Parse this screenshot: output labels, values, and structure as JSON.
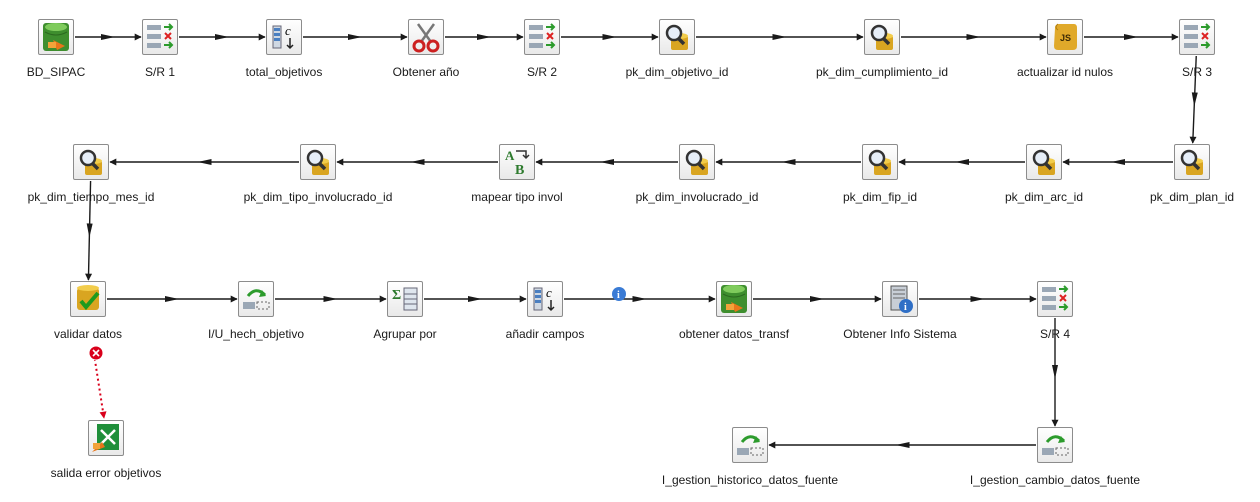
{
  "steps": {
    "bd_sipac": {
      "label": "BD_SIPAC",
      "icon": "table-input-icon"
    },
    "sr1": {
      "label": "S/R 1",
      "icon": "select-values-icon"
    },
    "total_objetivos": {
      "label": "total_objetivos",
      "icon": "calculator-icon"
    },
    "obtener_anio": {
      "label": "Obtener año",
      "icon": "scissors-icon"
    },
    "sr2": {
      "label": "S/R 2",
      "icon": "select-values-icon"
    },
    "pk_dim_objetivo_id": {
      "label": "pk_dim_objetivo_id",
      "icon": "database-lookup-icon"
    },
    "pk_dim_cumplimiento_id": {
      "label": "pk_dim_cumplimiento_id",
      "icon": "database-lookup-icon"
    },
    "actualizar_id_nulos": {
      "label": "actualizar id nulos",
      "icon": "javascript-icon"
    },
    "sr3": {
      "label": "S/R 3",
      "icon": "select-values-icon"
    },
    "pk_dim_plan_id": {
      "label": "pk_dim_plan_id",
      "icon": "database-lookup-icon"
    },
    "pk_dim_arc_id": {
      "label": "pk_dim_arc_id",
      "icon": "database-lookup-icon"
    },
    "pk_dim_fip_id": {
      "label": "pk_dim_fip_id",
      "icon": "database-lookup-icon"
    },
    "pk_dim_involucrado_id": {
      "label": "pk_dim_involucrado_id",
      "icon": "database-lookup-icon"
    },
    "mapear_tipo_invol": {
      "label": "mapear tipo invol",
      "icon": "value-mapper-icon"
    },
    "pk_dim_tipo_involucrado_id": {
      "label": "pk_dim_tipo_involucrado_id",
      "icon": "database-lookup-icon"
    },
    "pk_dim_tiempo_mes_id": {
      "label": "pk_dim_tiempo_mes_id",
      "icon": "database-lookup-icon"
    },
    "validar_datos": {
      "label": "validar datos",
      "icon": "data-validator-icon"
    },
    "iu_hech_objetivo": {
      "label": "I/U_hech_objetivo",
      "icon": "insert-update-icon"
    },
    "agrupar_por": {
      "label": "Agrupar por",
      "icon": "group-by-icon"
    },
    "anadir_campos": {
      "label": "añadir campos",
      "icon": "calculator-icon"
    },
    "obtener_datos_transf": {
      "label": "obtener datos_transf",
      "icon": "table-input-icon"
    },
    "obtener_info_sistema": {
      "label": "Obtener Info Sistema",
      "icon": "system-info-icon"
    },
    "sr4": {
      "label": "S/R 4",
      "icon": "select-values-icon"
    },
    "salida_error_objetivos": {
      "label": "salida error objetivos",
      "icon": "excel-output-icon"
    },
    "i_gestion_cambio_datos_fuente": {
      "label": "I_gestion_cambio_datos_fuente",
      "icon": "insert-update-icon"
    },
    "i_gestion_historico_datos_fuente": {
      "label": "I_gestion_historico_datos_fuente",
      "icon": "insert-update-icon"
    }
  },
  "colors": {
    "hop": "#1a1a1a",
    "error_hop": "#d9001b",
    "info_badge": "#3a7bd5",
    "error_badge": "#d9001b"
  }
}
